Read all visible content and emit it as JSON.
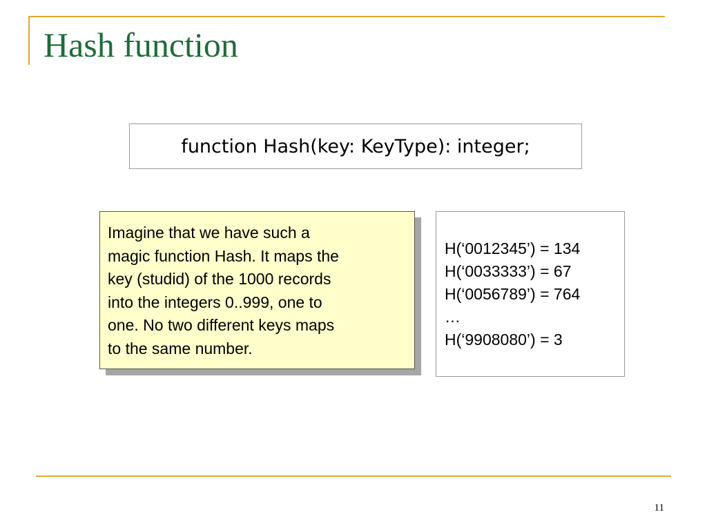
{
  "slide": {
    "title": "Hash function",
    "signature": "function Hash(key: KeyType): integer;",
    "note": "Imagine that we have such a\nmagic function Hash.  It maps the\nkey (studid) of the 1000 records\ninto the integers 0..999, one to\none.  No two different keys maps\nto the same number.",
    "examples": [
      "H(‘0012345’) = 134",
      "H(‘0033333’) = 67",
      "H(‘0056789’) = 764",
      "…",
      "H(‘9908080’) = 3"
    ],
    "page_number": "11"
  },
  "colors": {
    "title": "#1f6b3a",
    "accent_lines": "#e0a830",
    "note_background": "#ffffcc",
    "note_shadow": "#a6a6a6"
  }
}
